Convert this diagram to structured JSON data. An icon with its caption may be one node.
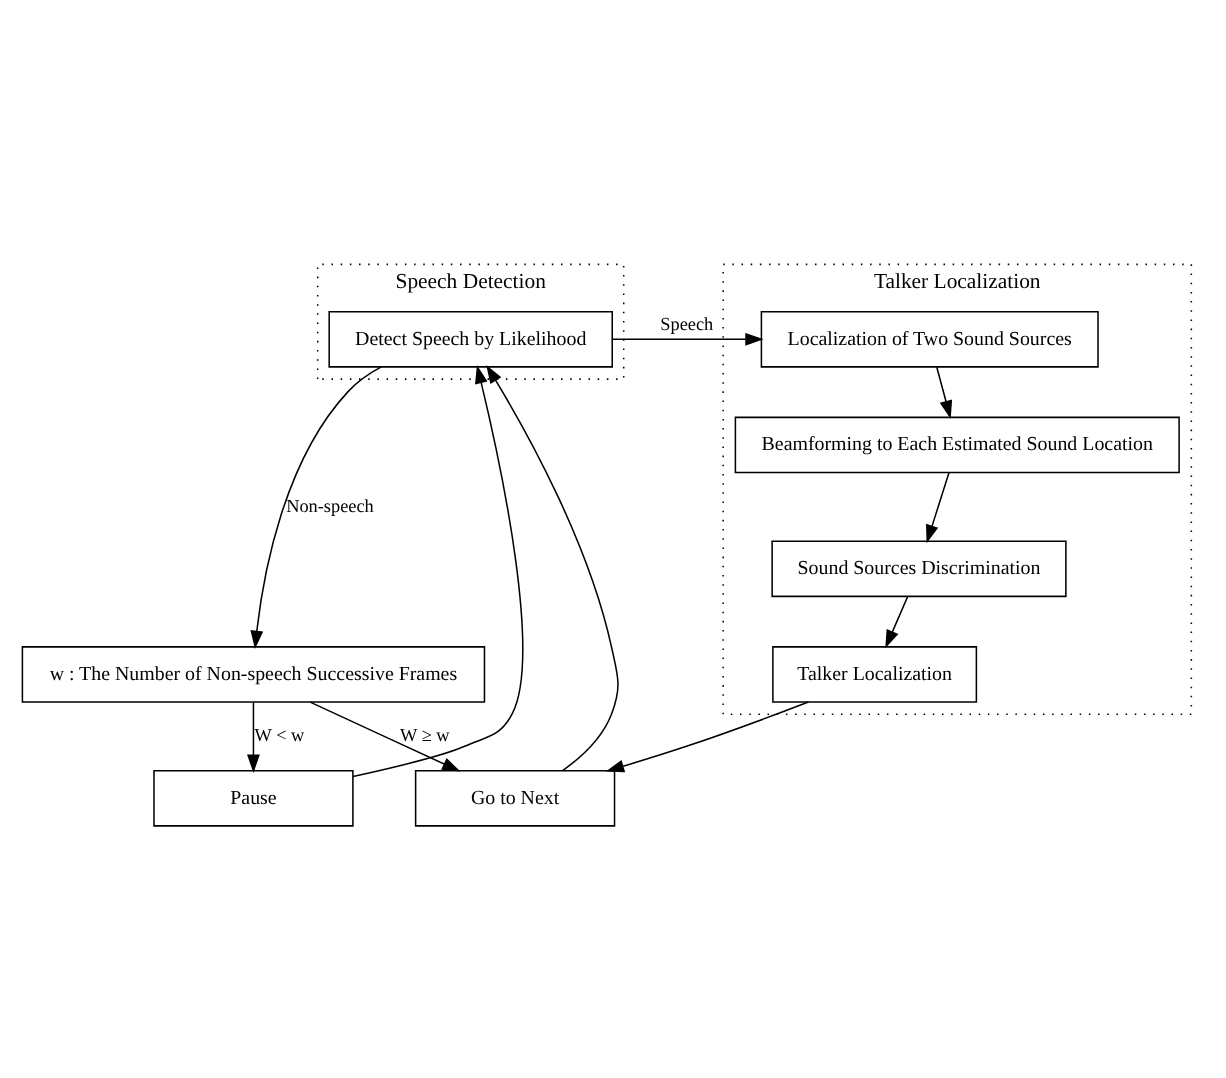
{
  "diagram": {
    "nodes": [
      {
        "text": [
          "Speech Detection"
        ]
      },
      {
        "text": [
          "Detect Speech by Likelihood"
        ],
        "in": 0
      },
      {
        "text": [
          "Talker Localization"
        ]
      },
      {
        "text": [
          "Localization of Two Sound Sources"
        ],
        "in": 2
      },
      {
        "text": [
          "Beamforming to Each Estimated Sound Location"
        ],
        "in": 2
      },
      {
        "text": [
          "Sound Sources Discrimination"
        ],
        "in": 2
      },
      {
        "text": [
          "Talker Localization"
        ],
        "in": 2
      },
      {
        "text": [
          "w : The Number of Non-speech Successive Frames"
        ]
      },
      {
        "text": [
          "Pause"
        ]
      },
      {
        "text": [
          "Go to Next"
        ]
      }
    ],
    "edges": [
      {
        "from": 1,
        "to": 3,
        "arrow": "to",
        "label": "Speech"
      },
      {
        "from": 1,
        "to": 7,
        "arrow": "to",
        "label": "Non-speech"
      },
      {
        "from": 3,
        "to": 4,
        "arrow": "to"
      },
      {
        "from": 4,
        "to": 5,
        "arrow": "to"
      },
      {
        "from": 5,
        "to": 6,
        "arrow": "to"
      },
      {
        "from": 6,
        "to": 9,
        "arrow": "to"
      },
      {
        "from": 7,
        "to": 8,
        "arrow": "to",
        "label": "W < w"
      },
      {
        "from": 7,
        "to": 9,
        "arrow": "to",
        "label": "W ≥ w"
      },
      {
        "from": 8,
        "to": 1,
        "arrow": "to"
      },
      {
        "from": 9,
        "to": 1,
        "arrow": "to"
      }
    ]
  }
}
